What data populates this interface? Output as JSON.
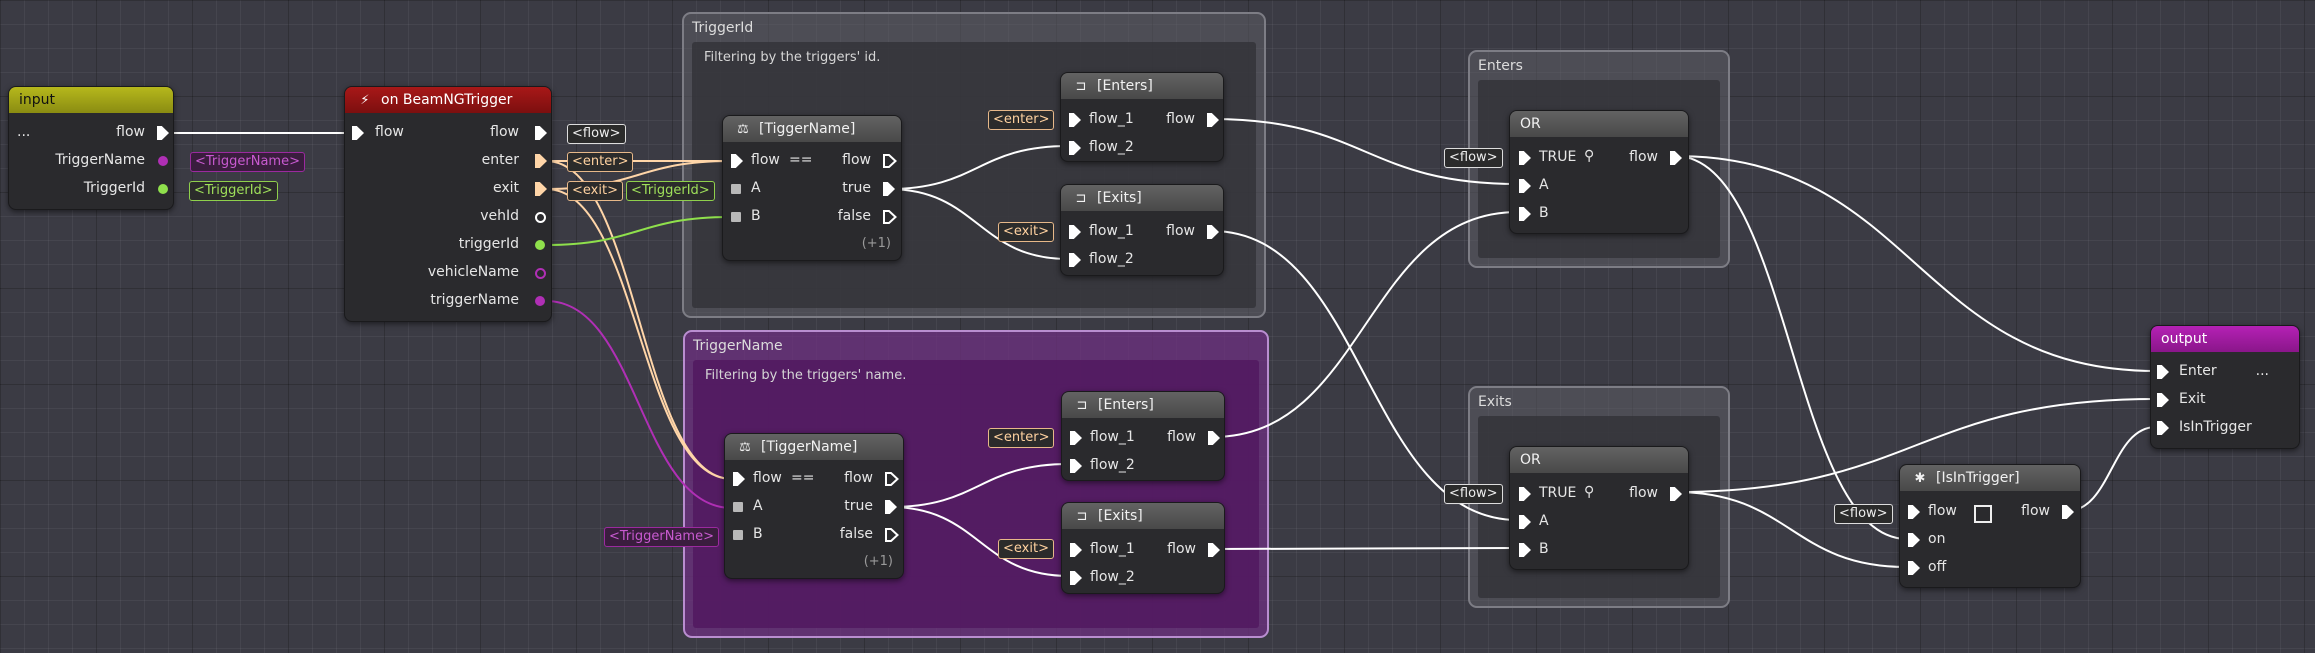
{
  "frames": {
    "triggerid": {
      "title": "TriggerId",
      "desc": "Filtering by the triggers' id."
    },
    "triggername": {
      "title": "TriggerName",
      "desc": "Filtering by the triggers' name."
    },
    "enters": {
      "title": "Enters"
    },
    "exits": {
      "title": "Exits"
    }
  },
  "input_node": {
    "title": "input",
    "ellipsis": "...",
    "flow": "flow",
    "triggername": "TriggerName",
    "triggerid": "TriggerId"
  },
  "trigger_node": {
    "title": "on BeamNGTrigger",
    "flow_in": "flow",
    "flow": "flow",
    "enter": "enter",
    "exit": "exit",
    "vehid": "vehId",
    "triggerid": "triggerId",
    "vehiclename": "vehicleName",
    "triggername": "triggerName"
  },
  "compare": {
    "title": "[TiggerName]",
    "flow": "flow",
    "eq": "==",
    "flow_out": "flow",
    "a": "A",
    "true": "true",
    "b": "B",
    "false": "false",
    "more": "(+1)"
  },
  "enters_node": {
    "title": "[Enters]",
    "flow1": "flow_1",
    "flow2": "flow_2",
    "flow": "flow"
  },
  "exits_node": {
    "title": "[Exits]",
    "flow1": "flow_1",
    "flow2": "flow_2",
    "flow": "flow"
  },
  "or_node": {
    "title": "OR",
    "true": "TRUE",
    "a": "A",
    "b": "B",
    "flow": "flow"
  },
  "isintrigger": {
    "title": "[IsInTrigger]",
    "flow": "flow",
    "on": "on",
    "off": "off",
    "flow_out": "flow"
  },
  "output_node": {
    "title": "output",
    "enter": "Enter",
    "ellipsis": "...",
    "exit": "Exit",
    "isintrigger": "IsInTrigger"
  },
  "tags": {
    "flow": "<flow>",
    "enter": "<enter>",
    "exit": "<exit>",
    "triggername": "<TriggerName>",
    "triggerid": "<TriggerId>"
  },
  "colors": {
    "flow_wire": "#ffffff",
    "enter_exit_wire": "#ffd5a8",
    "id_wire": "#8fe04c",
    "name_wire": "#b02fb5",
    "input_header": "#b6b81c",
    "event_header": "#a81818",
    "output_header": "#b521b5"
  }
}
